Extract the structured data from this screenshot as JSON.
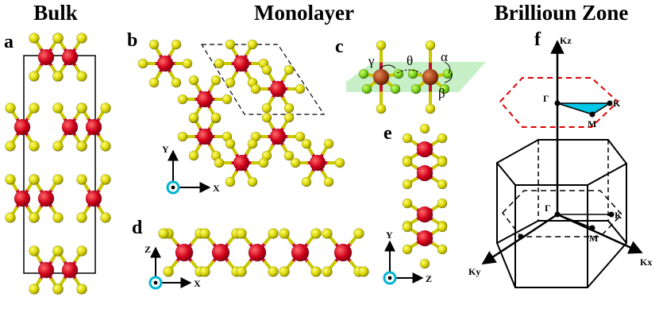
{
  "headers": {
    "bulk": "Bulk",
    "monolayer": "Monolayer",
    "bz": "Brillioun Zone"
  },
  "panels": {
    "a": "a",
    "b": "b",
    "c": "c",
    "d": "d",
    "e": "e",
    "f": "f"
  },
  "axes": {
    "x": "X",
    "y": "Y",
    "z": "Z"
  },
  "angles": {
    "gamma": "γ",
    "theta": "θ",
    "alpha": "α",
    "beta": "β"
  },
  "bz": {
    "kz": "Kz",
    "kx": "Kx",
    "ky": "Ky",
    "gamma": "Γ",
    "k": "K",
    "m": "M"
  },
  "colors": {
    "metal": "#c8102e",
    "chalcogen": "#d4d000",
    "bond_metal": "#c8102e",
    "bond_chalc": "#c8c800",
    "plane": "#9be39b",
    "wedge": "#00c8e6",
    "hexagon_top": "#e00000"
  }
}
